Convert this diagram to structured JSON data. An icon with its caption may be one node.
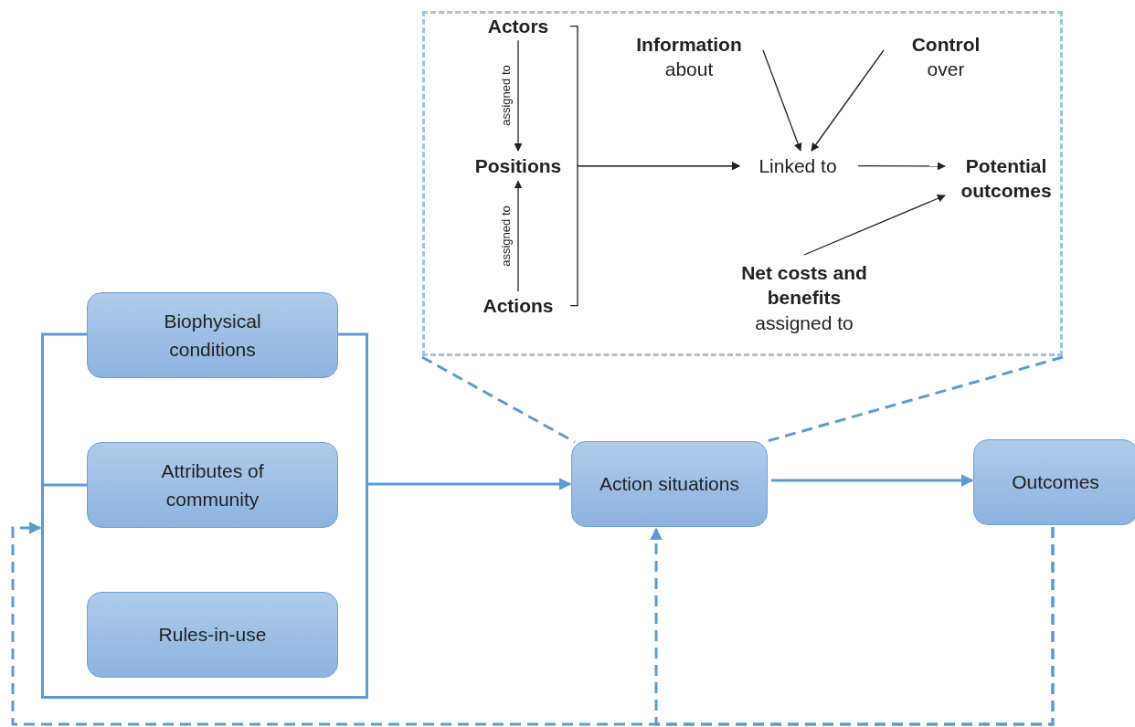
{
  "diagram": {
    "nodes": [
      {
        "text": [],
        "shape": "bracket"
      },
      {
        "text": [
          "Biophysical conditions"
        ],
        "in": 0
      },
      {
        "text": [
          "Attributes of community"
        ],
        "in": 0
      },
      {
        "text": [
          "Rules-in-use"
        ],
        "in": 0
      },
      {
        "text": [
          "Action situations"
        ]
      },
      {
        "text": [
          "Outcomes"
        ]
      },
      {
        "text": [],
        "shape": "box"
      },
      {
        "text": [
          "Actors"
        ],
        "in": 6
      },
      {
        "text": [
          "Positions"
        ],
        "in": 6
      },
      {
        "text": [
          "Actions"
        ],
        "in": 6
      },
      {
        "text": [
          "Linked to"
        ],
        "in": 6
      },
      {
        "text": [
          "Information",
          "about"
        ],
        "in": 6
      },
      {
        "text": [
          "Control",
          "over"
        ],
        "in": 6
      },
      {
        "text": [
          "Potential outcomes"
        ],
        "in": 6
      },
      {
        "text": [
          "Net costs and benefits",
          "assigned to"
        ],
        "in": 6
      }
    ],
    "edges": [
      {
        "from": 0,
        "to": 4,
        "arrow": "to",
        "color": "#5b9bd5"
      },
      {
        "from": 4,
        "to": 5,
        "arrow": "to",
        "color": "#5b9bd5"
      },
      {
        "from": 5,
        "to": 0,
        "arrow": "to",
        "style": "dashed",
        "color": "#5b9bd5"
      },
      {
        "from": 5,
        "to": 4,
        "arrow": "to",
        "style": "dashed",
        "color": "#5b9bd5"
      },
      {
        "from": 6,
        "to": 4,
        "arrow": "none",
        "style": "dashed",
        "color": "#5b9bd5"
      },
      {
        "from": 6,
        "to": 4,
        "arrow": "none",
        "style": "dashed",
        "color": "#5b9bd5"
      },
      {
        "from": 7,
        "to": 8,
        "label": "assigned to",
        "arrow": "to"
      },
      {
        "from": 9,
        "to": 8,
        "label": "assigned to",
        "arrow": "to"
      },
      {
        "from": 7,
        "to": 10,
        "arrow": "to"
      },
      {
        "from": 8,
        "to": 10,
        "arrow": "to"
      },
      {
        "from": 9,
        "to": 10,
        "arrow": "to"
      },
      {
        "from": 11,
        "to": 10,
        "arrow": "to"
      },
      {
        "from": 12,
        "to": 10,
        "arrow": "to"
      },
      {
        "from": 10,
        "to": 13,
        "arrow": "to"
      },
      {
        "from": 14,
        "to": 13,
        "arrow": "to"
      }
    ]
  }
}
